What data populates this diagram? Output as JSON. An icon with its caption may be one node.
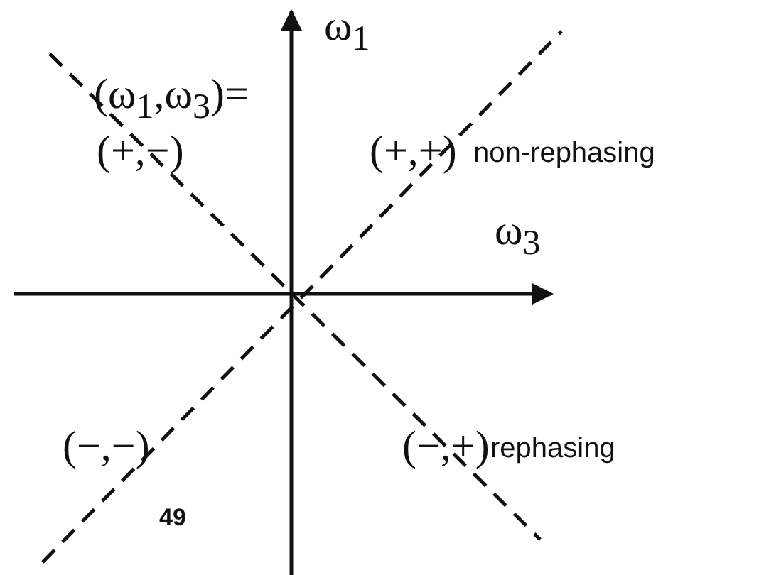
{
  "diagram": {
    "labels": [
      "ω$_{1}$",
      "(ω$_{1}$,ω$_{3}$)=",
      "(+,−)",
      "(+,+)",
      "non-rephasing",
      "ω$_{3}$",
      "(−,−)",
      "(−,+)",
      "rephasing",
      "49"
    ]
  }
}
